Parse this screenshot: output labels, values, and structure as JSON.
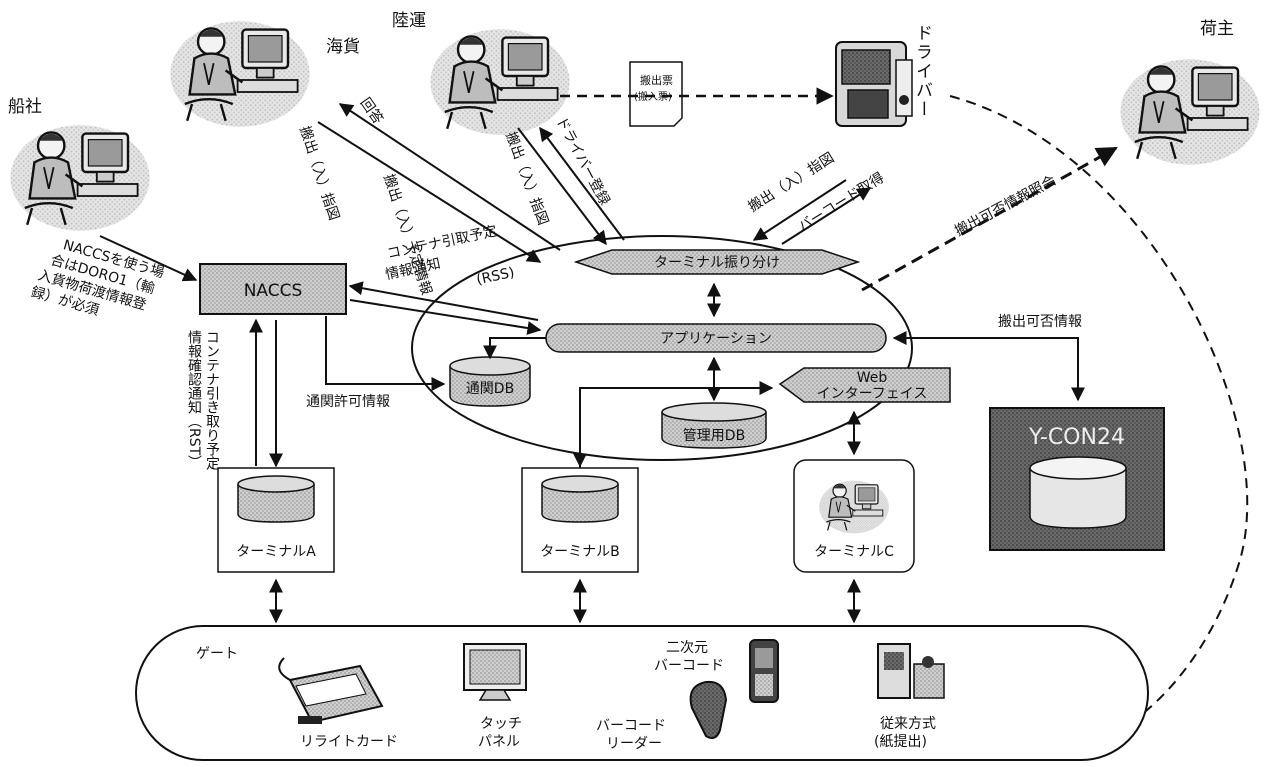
{
  "actors": {
    "funasha": "船社",
    "kaika": "海貨",
    "rikuun": "陸運",
    "driver": "ドライバー",
    "ninushi": "荷主"
  },
  "documents": {
    "hanshutsu_hyo_line1": "搬出票",
    "hanshutsu_hyo_line2": "(搬入票)"
  },
  "systems": {
    "naccs": "NACCS",
    "terminal_sort": "ターミナル振り分け",
    "application": "アプリケーション",
    "customs_db": "通関DB",
    "mgmt_db": "管理用DB",
    "web_line1": "Web",
    "web_line2": "インターフェイス",
    "ycon": "Y-CON24",
    "terminal_a": "ターミナルA",
    "terminal_b": "ターミナルB",
    "terminal_c": "ターミナルC"
  },
  "flows": {
    "naccs_note_1": "NACCSを使う場",
    "naccs_note_2": "合はDORO1（輸",
    "naccs_note_3": "入貨物荷渡情報登",
    "naccs_note_4": "録）が必須",
    "container_rss_1": "コンテナ引取予定",
    "container_rss_2": "情報通知",
    "container_rss_3": "(RSS)",
    "customs_permit": "通関許可情報",
    "pickup_info": "搬出可否情報",
    "pickup_inquiry": "搬出可否情報照会",
    "rst_col1": "コンテナ引き取り予定",
    "rst_col2": "情報確認通知（RST）",
    "kaika_answer": "回答",
    "kaika_plan_a": "搬出（入）予定情報",
    "kaika_plan_b": "搬出（入）指図",
    "rikuun_order": "搬出（入）指図",
    "rikuun_driver_reg": "ドライバー登録",
    "driver_order": "搬出（入）指図",
    "driver_barcode": "バーコード取得"
  },
  "gate": {
    "title": "ゲート",
    "rewrite_card": "リライトカード",
    "touch_1": "タッチ",
    "touch_2": "パネル",
    "code2d_1": "二次元",
    "code2d_2": "バーコード",
    "reader_1": "バーコード",
    "reader_2": "リーダー",
    "legacy_1": "従来方式",
    "legacy_2": "(紙提出)"
  }
}
